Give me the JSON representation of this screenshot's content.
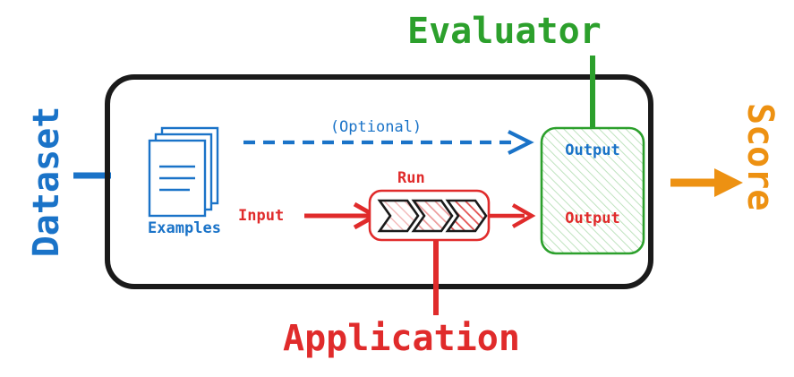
{
  "diagram": {
    "title_hidden": "LLM evaluation loop diagram",
    "colors": {
      "blue": "#1a73c8",
      "red": "#e02b2b",
      "green": "#2ca02c",
      "orange": "#ed9112",
      "black": "#1a1a1a",
      "white": "#ffffff"
    },
    "labels": {
      "dataset": "Dataset",
      "evaluator": "Evaluator",
      "application": "Application",
      "score": "Score",
      "examples": "Examples",
      "optional": "(Optional)",
      "input": "Input",
      "run": "Run",
      "output_top": "Output",
      "output_bottom": "Output"
    },
    "icons": {
      "examples": "stacked-documents-icon",
      "run": "triple-chevron-icon",
      "evaluator_box": "hatched-rounded-box-icon",
      "score_arrow": "solid-arrow-right-icon",
      "optional_arrow": "dashed-arrow-right-icon",
      "input_arrow": "solid-line-arrow-right-icon"
    }
  }
}
